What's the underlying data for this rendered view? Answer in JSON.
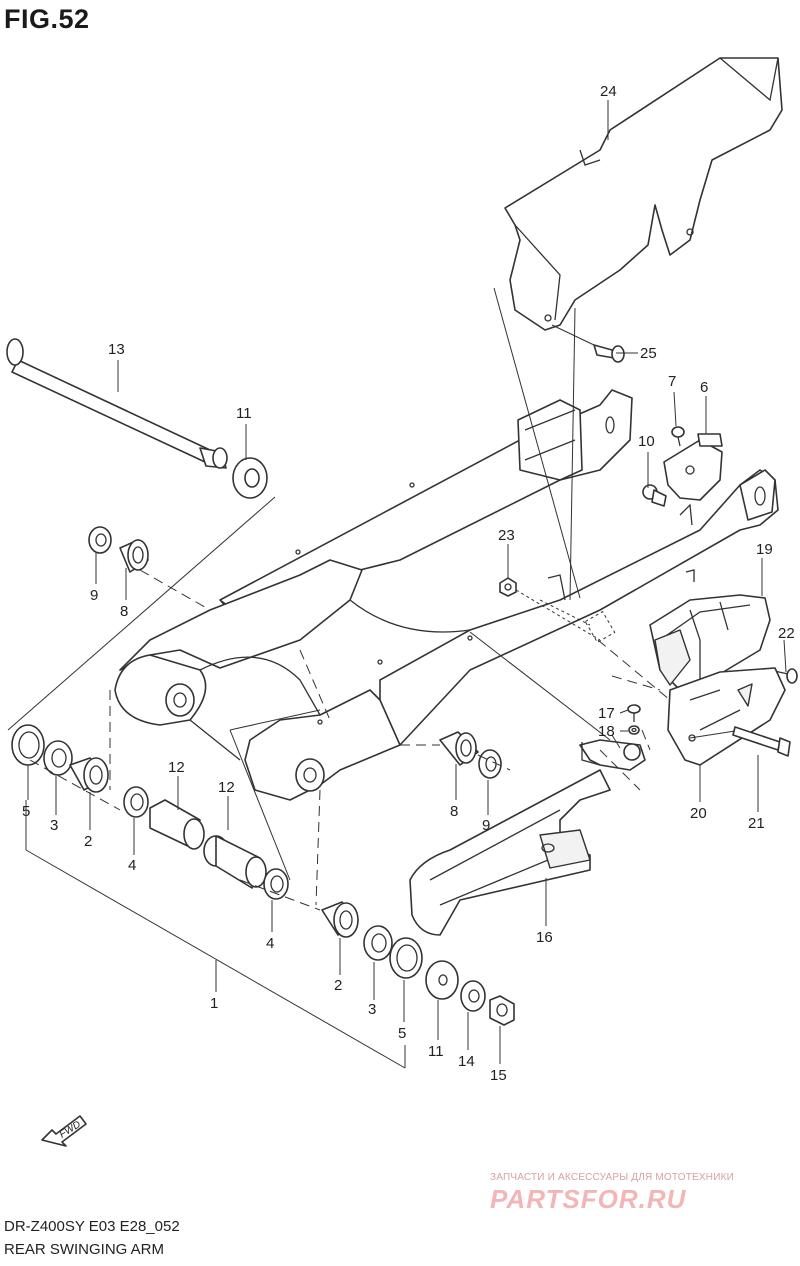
{
  "figure": {
    "title": "FIG.52",
    "model_code": "DR-Z400SY E03 E28_052",
    "section_name": "REAR SWINGING ARM"
  },
  "watermark": {
    "subtitle": "ЗАПЧАСТИ И АКСЕССУАРЫ ДЛЯ МОТОТЕХНИКИ",
    "brand": "PARTSFOR.RU"
  },
  "fwd_badge": "FWD",
  "callouts": {
    "c24": "24",
    "c25": "25",
    "c13": "13",
    "c11a": "11",
    "c7": "7",
    "c6": "6",
    "c10": "10",
    "c9a": "9",
    "c8a": "8",
    "c23": "23",
    "c19": "19",
    "c22": "22",
    "c17": "17",
    "c18": "18",
    "c5a": "5",
    "c3a": "3",
    "c2a": "2",
    "c4a": "4",
    "c12a": "12",
    "c12b": "12",
    "c4b": "4",
    "c8b": "8",
    "c9b": "9",
    "c20": "20",
    "c21": "21",
    "c16": "16",
    "c1": "1",
    "c2b": "2",
    "c3b": "3",
    "c5b": "5",
    "c11b": "11",
    "c14": "14",
    "c15": "15"
  }
}
